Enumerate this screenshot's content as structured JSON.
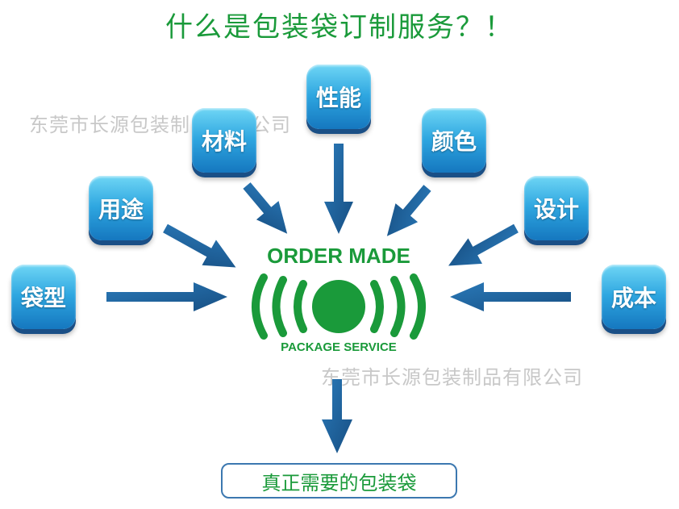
{
  "title": "什么是包装袋订制服务？！",
  "watermark": "东莞市长源包装制品有限公司",
  "factors": [
    {
      "id": "shape",
      "label": "袋型"
    },
    {
      "id": "usage",
      "label": "用途"
    },
    {
      "id": "material",
      "label": "材料"
    },
    {
      "id": "performance",
      "label": "性能"
    },
    {
      "id": "color",
      "label": "颜色"
    },
    {
      "id": "design",
      "label": "设计"
    },
    {
      "id": "cost",
      "label": "成本"
    }
  ],
  "center": {
    "title": "ORDER MADE",
    "subtitle": "PACKAGE SERVICE"
  },
  "result": "真正需要的包装袋",
  "colors": {
    "green": "#1a9a3a",
    "arrow": "#1f5f93",
    "tile_top": "#6fd6f5",
    "tile_bottom": "#1577bf"
  }
}
